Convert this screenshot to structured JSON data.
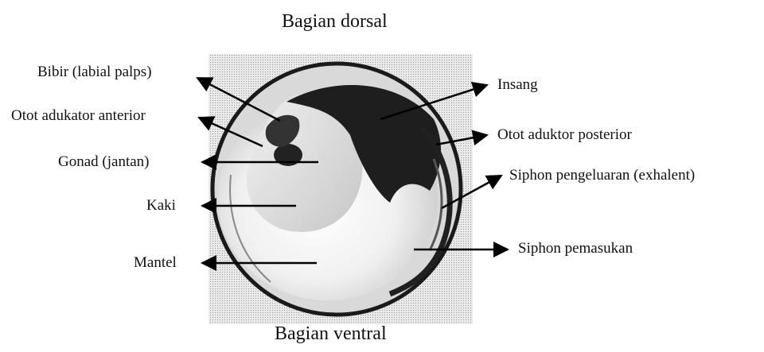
{
  "diagram": {
    "title_top": "Bagian dorsal",
    "title_bottom": "Bagian ventral",
    "labels_left": [
      "Bibir (labial palps)",
      "Otot adukator anterior",
      "Gonad (jantan)",
      "Kaki",
      "Mantel"
    ],
    "labels_right": [
      "Insang",
      "Otot aduktor posterior",
      "Siphon pengeluaran (exhalent)",
      "Siphon pemasukan"
    ]
  }
}
